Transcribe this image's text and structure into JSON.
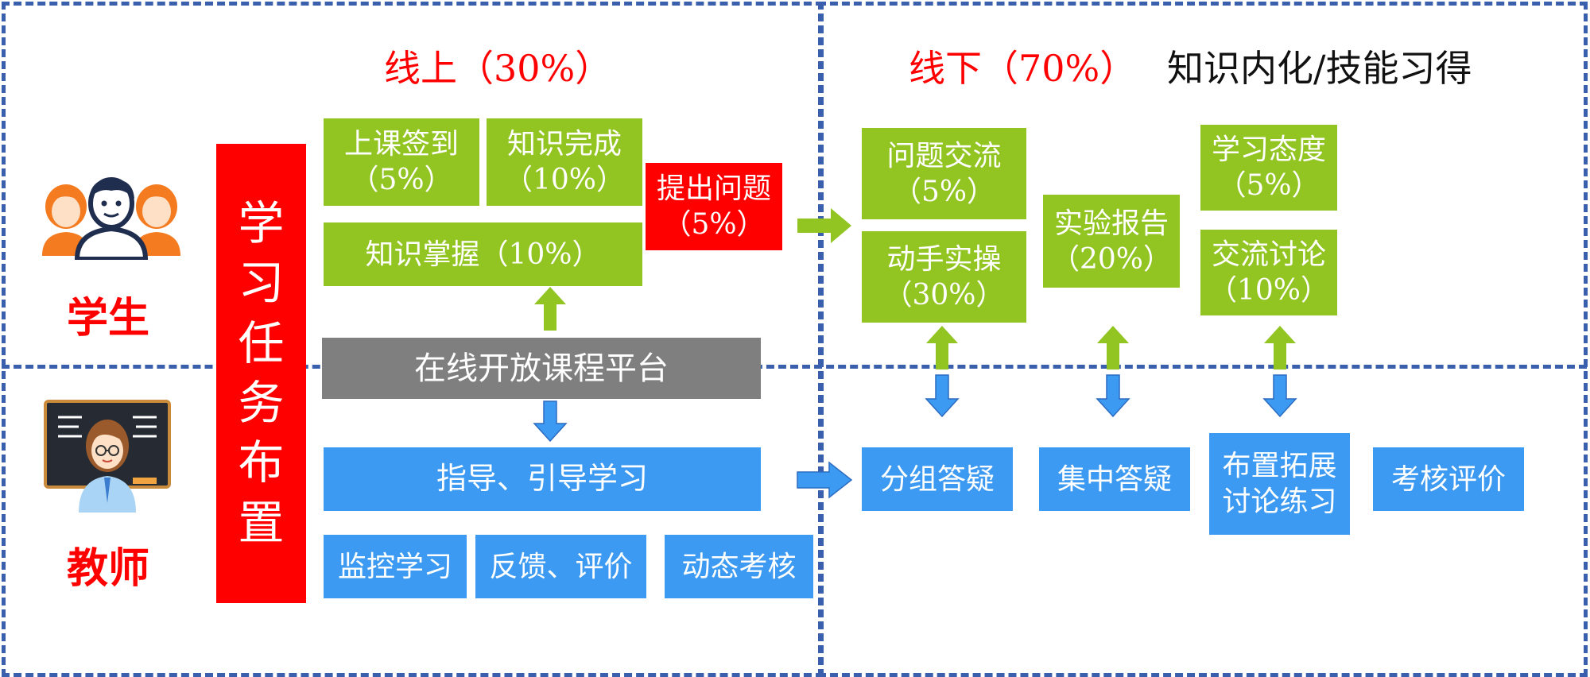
{
  "headings": {
    "online": "线上（30%）",
    "offline": "线下（70%）",
    "offline_subtitle": "知识内化/技能习得"
  },
  "roles": {
    "student": "学生",
    "teacher": "教师"
  },
  "task_assignment": [
    "学",
    "习",
    "任",
    "务",
    "布",
    "置"
  ],
  "online": {
    "checkin": {
      "line1": "上课签到",
      "line2": "（5%）"
    },
    "knowledge_complete": {
      "line1": "知识完成",
      "line2": "（10%）"
    },
    "raise_question": {
      "line1": "提出问题",
      "line2": "（5%）"
    },
    "knowledge_mastery": "知识掌握（10%）",
    "platform": "在线开放课程平台",
    "guide": "指导、引导学习",
    "monitor": "监控学习",
    "feedback": "反馈、评价",
    "dynamic_assess": "动态考核"
  },
  "offline": {
    "question_exchange": {
      "line1": "问题交流",
      "line2": "（5%）"
    },
    "hands_on": {
      "line1": "动手实操",
      "line2": "（30%）"
    },
    "lab_report": {
      "line1": "实验报告",
      "line2": "（20%）"
    },
    "attitude": {
      "line1": "学习态度",
      "line2": "（5%）"
    },
    "discussion": {
      "line1": "交流讨论",
      "line2": "（10%）"
    },
    "group_qa": "分组答疑",
    "central_qa": "集中答疑",
    "extension": {
      "line1": "布置拓展",
      "line2": "讨论练习"
    },
    "evaluation": "考核评价"
  },
  "colors": {
    "green": "#92c522",
    "blue": "#3c9af2",
    "red": "#ff0000",
    "gray": "#7f7f7f",
    "border": "#3a5fad"
  }
}
